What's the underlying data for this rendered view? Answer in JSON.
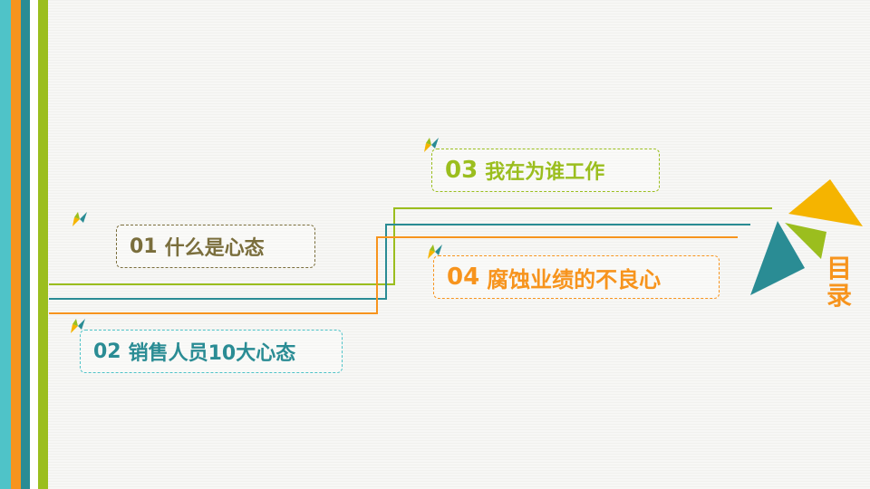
{
  "colors": {
    "cyan": "#4fc3c8",
    "orange": "#f7941d",
    "teal": "#2a8c94",
    "green": "#9bbe1e",
    "olive": "#7a6e3c",
    "yellow": "#f5b400"
  },
  "title": {
    "char1": "目",
    "char2": "录"
  },
  "items": [
    {
      "num": "01",
      "text": "什么是心态"
    },
    {
      "num": "02",
      "text": "销售人员10大心态"
    },
    {
      "num": "03",
      "text": "我在为谁工作"
    },
    {
      "num": "04",
      "text": "腐蚀业绩的不良心"
    }
  ]
}
